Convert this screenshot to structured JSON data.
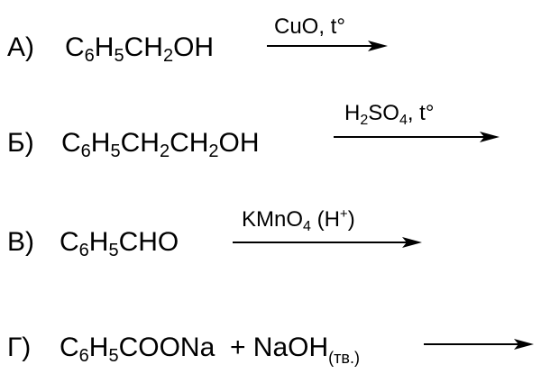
{
  "reactions": [
    {
      "label": "А)",
      "reactant_parts": [
        "C",
        "6",
        "H",
        "5",
        "CH",
        "2",
        "OH"
      ],
      "condition_parts": [
        "CuO, t°"
      ]
    },
    {
      "label": "Б)",
      "reactant_parts": [
        "C",
        "6",
        "H",
        "5",
        "CH",
        "2",
        "CH",
        "2",
        "OH"
      ],
      "condition_parts": [
        "H",
        "2",
        "SO",
        "4",
        ", t°"
      ]
    },
    {
      "label": "В)",
      "reactant_parts": [
        "C",
        "6",
        "H",
        "5",
        "CHO"
      ],
      "condition_parts": [
        "KMnO",
        "4",
        " (H",
        "+",
        ")"
      ]
    },
    {
      "label": "Г)",
      "reactant_parts": [
        "C",
        "6",
        "H",
        "5",
        "COONa",
        "  + NaOH",
        "(тв.)"
      ],
      "condition_parts": []
    }
  ]
}
